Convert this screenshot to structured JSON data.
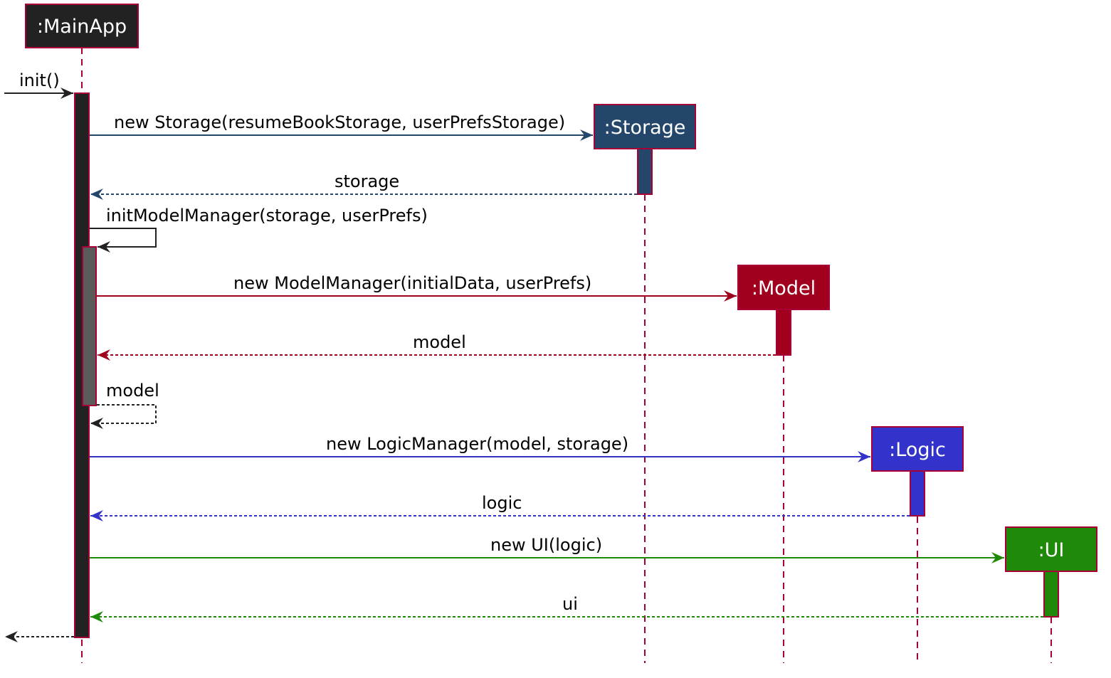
{
  "participants": [
    {
      "id": "mainapp",
      "label": ":MainApp",
      "color": "#222222"
    },
    {
      "id": "storage",
      "label": ":Storage",
      "color": "#24466a"
    },
    {
      "id": "model",
      "label": ":Model",
      "color": "#a0001e"
    },
    {
      "id": "logic",
      "label": ":Logic",
      "color": "#3333cc"
    },
    {
      "id": "ui",
      "label": ":UI",
      "color": "#1f8a0a"
    }
  ],
  "border_color": "#a80036",
  "messages": {
    "init": "init()",
    "new_storage": "new Storage(resumeBookStorage, userPrefsStorage)",
    "storage_return": "storage",
    "init_model_manager": "initModelManager(storage, userPrefs)",
    "new_model_manager": "new ModelManager(initialData, userPrefs)",
    "model_return": "model",
    "model_self_return": "model",
    "new_logic_manager": "new LogicManager(model, storage)",
    "logic_return": "logic",
    "new_ui": "new UI(logic)",
    "ui_return": "ui"
  }
}
